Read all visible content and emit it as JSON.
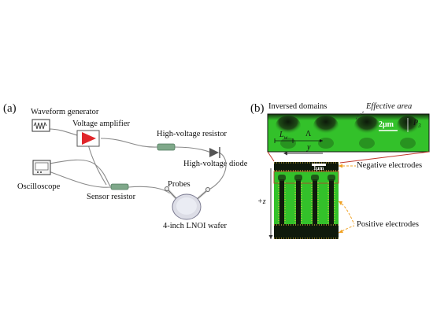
{
  "panel_a": {
    "letter": "(a)",
    "waveform_generator": "Waveform generator",
    "voltage_amplifier": "Voltage amplifier",
    "high_voltage_resistor": "High-voltage resistor",
    "high_voltage_diode": "High-voltage diode",
    "oscilloscope": "Oscilloscope",
    "sensor_resistor": "Sensor resistor",
    "probes": "Probes",
    "wafer": "4-inch LNOI wafer",
    "colors": {
      "amplifier": "#e0262b",
      "resistor": "#7fa88a",
      "wire": "#888888"
    }
  },
  "panel_b": {
    "letter": "(b)",
    "inversed_domains": "Inversed domains",
    "effective_area": "Effective area",
    "scale_top": "2μm",
    "scale_mid": "1μm",
    "l_label": "L",
    "l_sub": "w",
    "lambda_label": "Λ",
    "p_label": "P",
    "p_sub": "3",
    "y_axis": "y",
    "z_axis": "+z",
    "negative_electrodes": "Negative electrodes",
    "positive_electrodes": "Positive electrodes",
    "colors": {
      "green": "#33c12a",
      "dark": "#0f1a0c",
      "arrow": "#f0a020",
      "zoom_line": "#c0392b"
    }
  }
}
